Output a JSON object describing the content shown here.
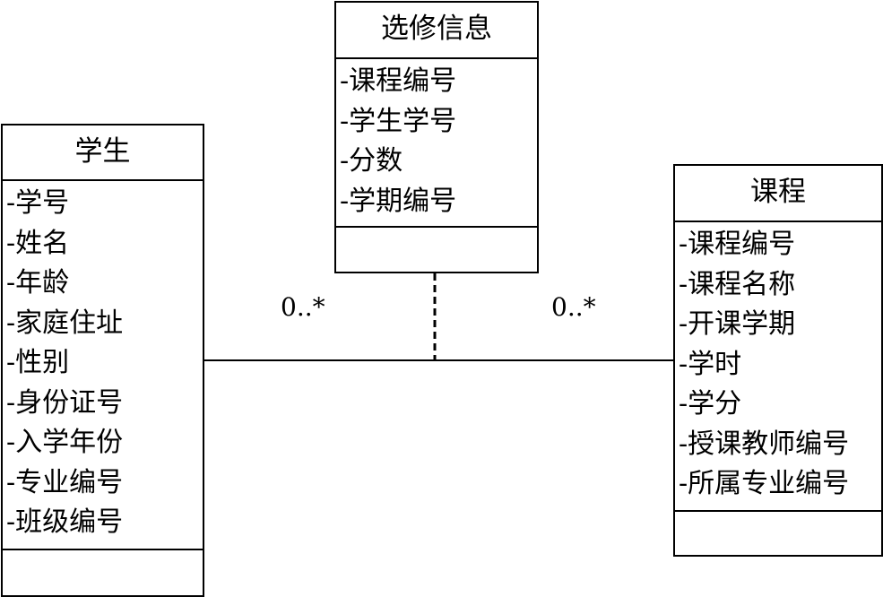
{
  "classes": {
    "student": {
      "name": "学生",
      "attributes": [
        "-学号",
        "-姓名",
        "-年龄",
        "-家庭住址",
        "-性别",
        "-身份证号",
        "-入学年份",
        "-专业编号",
        "-班级编号"
      ]
    },
    "enrollment": {
      "name": "选修信息",
      "attributes": [
        "-课程编号",
        "-学生学号",
        "-分数",
        "-学期编号"
      ]
    },
    "course": {
      "name": "课程",
      "attributes": [
        "-课程编号",
        "-课程名称",
        "-开课学期",
        "-学时",
        "-学分",
        "-授课教师编号",
        "-所属专业编号"
      ]
    }
  },
  "association": {
    "multiplicity_student_end": "0..*",
    "multiplicity_course_end": "0..*",
    "association_class": "选修信息",
    "association_class_link_style": "dashed"
  }
}
